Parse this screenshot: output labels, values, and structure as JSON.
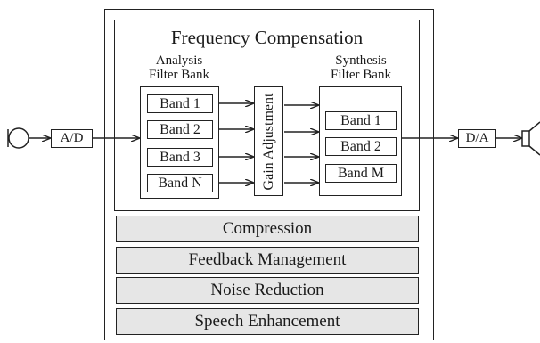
{
  "frequency_compensation": {
    "title": "Frequency Compensation",
    "analysis_label_line1": "Analysis",
    "analysis_label_line2": "Filter Bank",
    "synthesis_label_line1": "Synthesis",
    "synthesis_label_line2": "Filter Bank",
    "analysis_bands": [
      "Band 1",
      "Band 2",
      "Band 3",
      "Band N"
    ],
    "synthesis_bands": [
      "Band 1",
      "Band 2",
      "Band M"
    ],
    "gain_label": "Gain Adjustment"
  },
  "converters": {
    "input": "A/D",
    "output": "D/A"
  },
  "stages": [
    "Compression",
    "Feedback Management",
    "Noise Reduction",
    "Speech Enhancement"
  ],
  "icons": {
    "input": "microphone-icon",
    "output": "speaker-icon"
  }
}
